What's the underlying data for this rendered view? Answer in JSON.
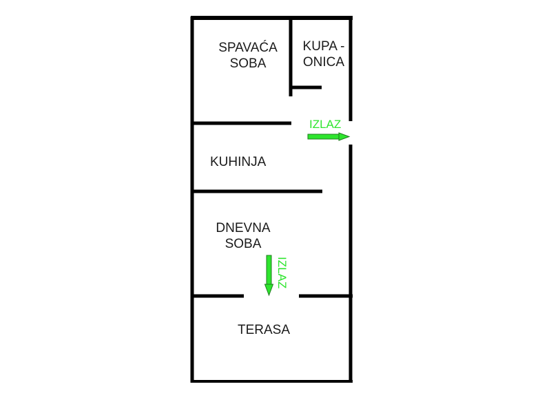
{
  "rooms": {
    "bedroom": {
      "line1": "SPAVAĆA",
      "line2": "SOBA"
    },
    "bathroom": {
      "line1": "KUPA -",
      "line2": "ONICA"
    },
    "kitchen": {
      "label": "KUHINJA"
    },
    "living": {
      "line1": "DNEVNA",
      "line2": "SOBA"
    },
    "terrace": {
      "label": "TERASA"
    }
  },
  "exits": {
    "east": {
      "label": "IZLAZ"
    },
    "south": {
      "label": "IZLAZ"
    }
  },
  "colors": {
    "wall": "#000000",
    "exit": "#2ee52e",
    "text": "#1a1a1a",
    "background": "#ffffff"
  }
}
